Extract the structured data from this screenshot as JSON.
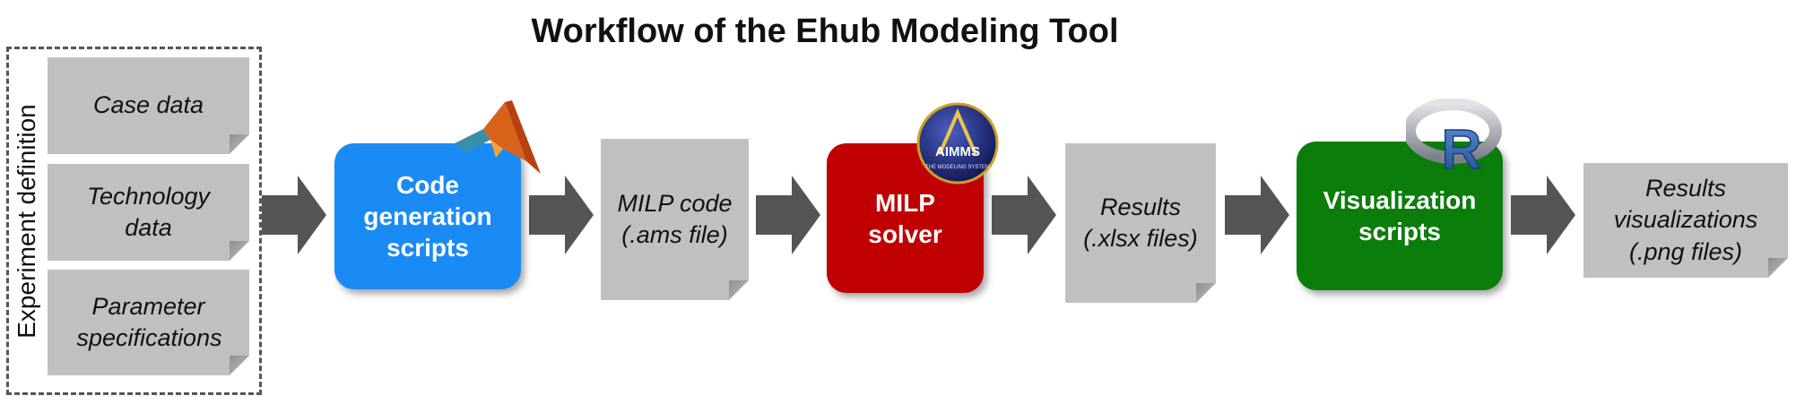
{
  "title": "Workflow of the Ehub Modeling Tool",
  "experiment": {
    "label": "Experiment definition",
    "items": [
      {
        "label": "Case data"
      },
      {
        "label": "Technology data"
      },
      {
        "label": "Parameter specifications"
      }
    ]
  },
  "steps": {
    "code_generation": "Code generation scripts",
    "milp_code": "MILP code (.ams file)",
    "milp_solver": "MILP solver",
    "results": "Results (.xlsx files)",
    "visualization": "Visualization scripts",
    "results_visualizations": "Results visualizations (.png files)"
  },
  "logos": {
    "matlab": "matlab-logo",
    "aimms": "AIMMS",
    "aimms_tagline": "THE MODELING SYSTEM",
    "r": "R"
  },
  "colors": {
    "doc": "#c0c0c0",
    "arrow": "#555555",
    "code_generation": "#1a8bf5",
    "milp_solver": "#c00000",
    "visualization": "#0b7d0b"
  }
}
